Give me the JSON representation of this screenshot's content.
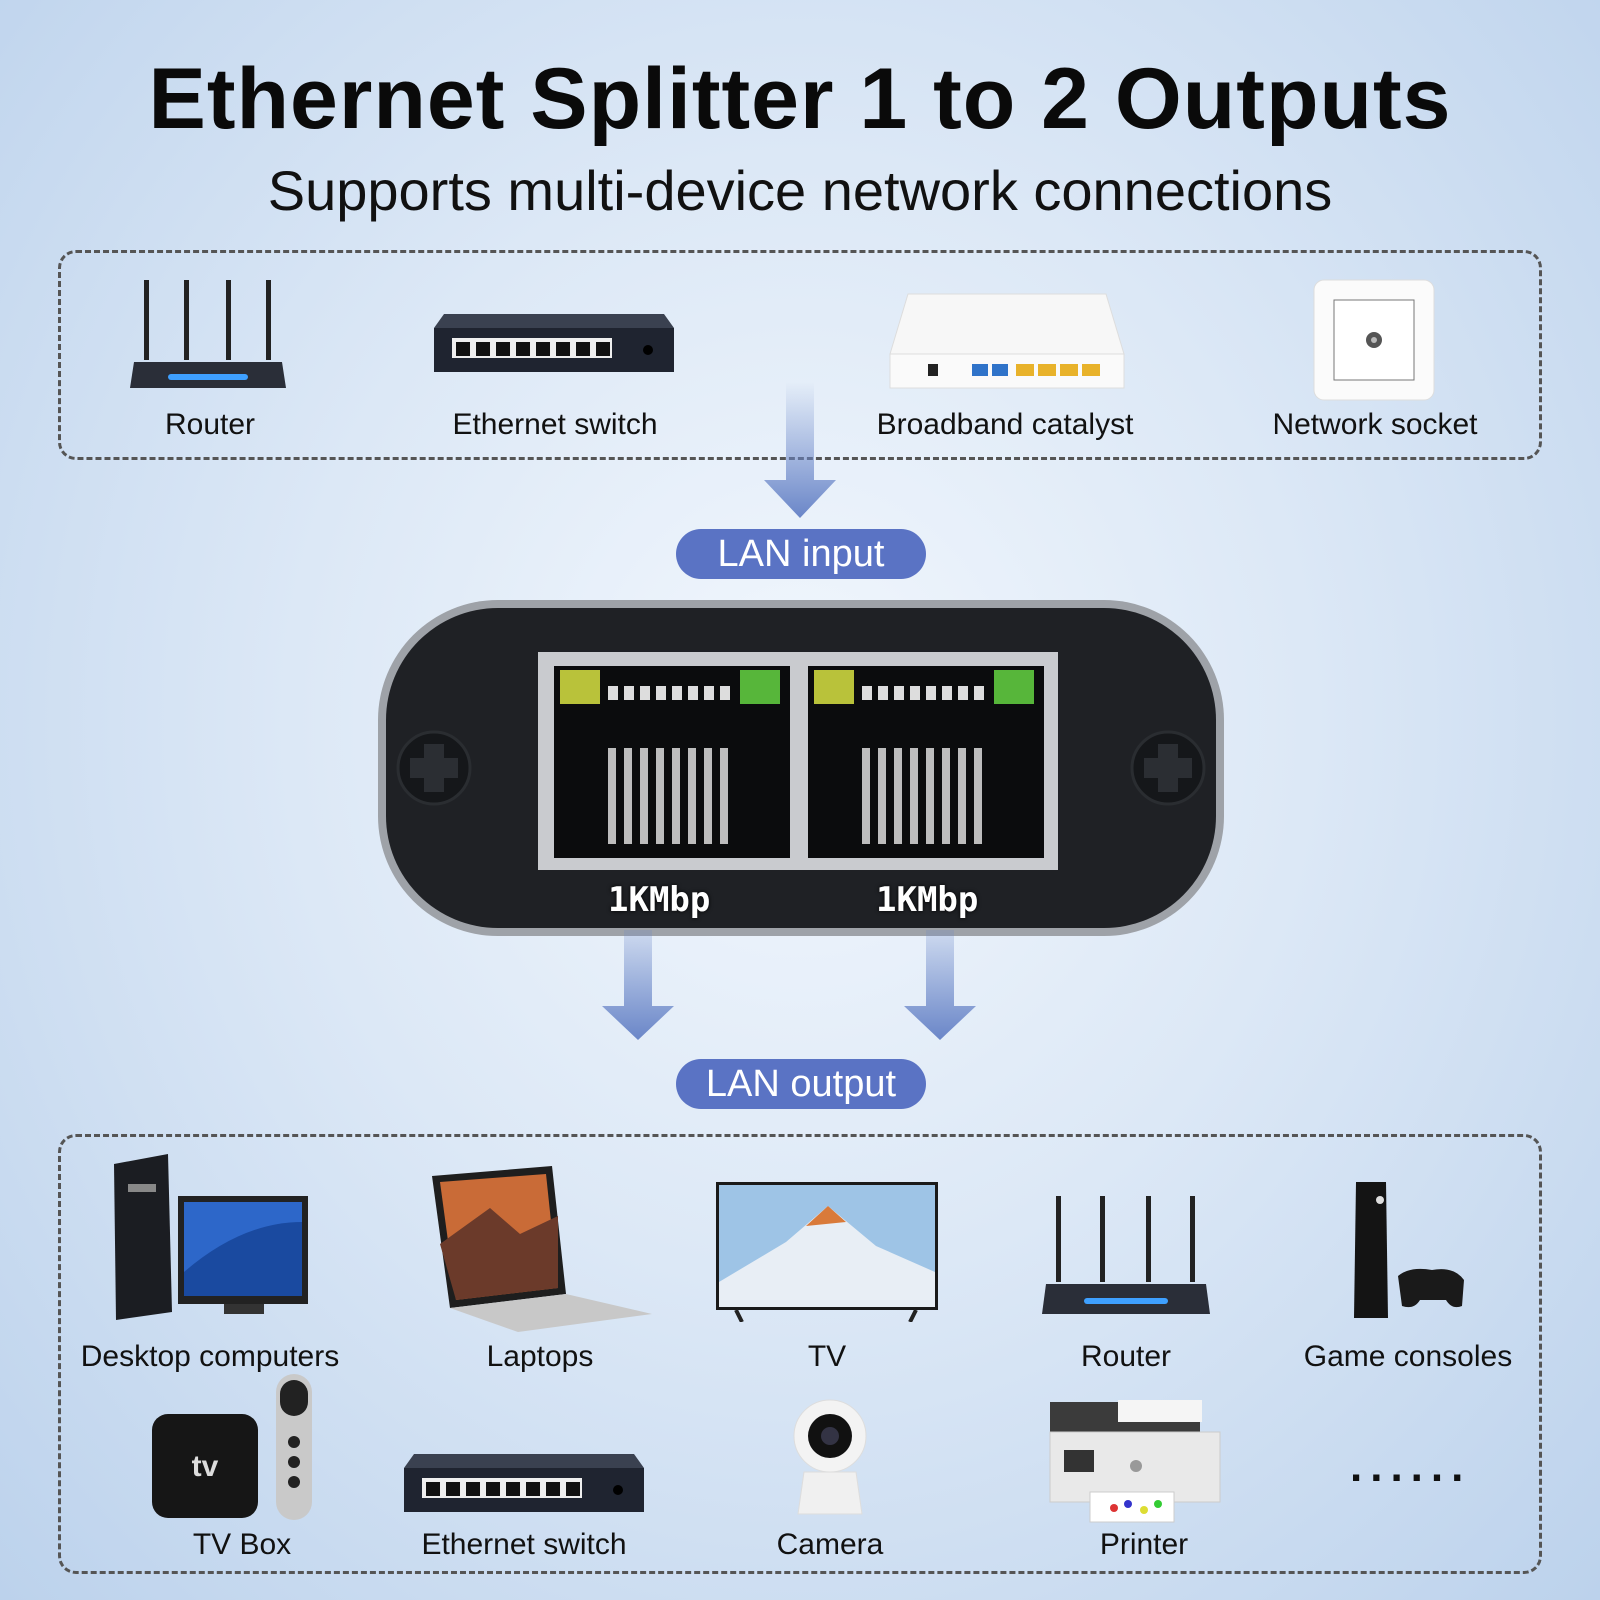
{
  "header": {
    "title": "Ethernet Splitter 1 to 2 Outputs",
    "subtitle": "Supports multi-device network connections"
  },
  "input_devices": [
    {
      "label": "Router",
      "icon": "router-icon"
    },
    {
      "label": "Ethernet switch",
      "icon": "ethernet-switch-icon"
    },
    {
      "label": "Broadband catalyst",
      "icon": "broadband-modem-icon"
    },
    {
      "label": "Network socket",
      "icon": "network-socket-icon"
    }
  ],
  "lan_input_label": "LAN input",
  "lan_output_label": "LAN output",
  "splitter": {
    "port_speeds": [
      "1KMbp",
      "1KMbp"
    ]
  },
  "output_devices_row1": [
    {
      "label": "Desktop computers",
      "icon": "desktop-computer-icon"
    },
    {
      "label": "Laptops",
      "icon": "laptop-icon"
    },
    {
      "label": "TV",
      "icon": "tv-icon"
    },
    {
      "label": "Router",
      "icon": "router-icon"
    },
    {
      "label": "Game consoles",
      "icon": "game-console-icon"
    }
  ],
  "output_devices_row2": [
    {
      "label": "TV Box",
      "icon": "tv-box-icon",
      "badge": "tv"
    },
    {
      "label": "Ethernet switch",
      "icon": "ethernet-switch-icon"
    },
    {
      "label": "Camera",
      "icon": "camera-icon"
    },
    {
      "label": "Printer",
      "icon": "printer-icon"
    },
    {
      "label": "......",
      "icon": "more-icon"
    }
  ],
  "colors": {
    "accent": "#5a73c4",
    "arrow": "#6a86c8",
    "device_dark": "#1c1f26"
  }
}
